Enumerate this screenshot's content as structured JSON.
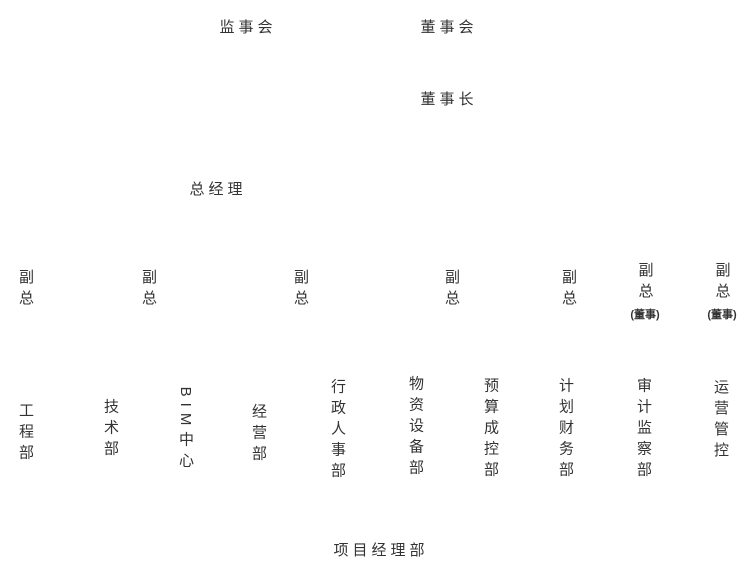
{
  "org": {
    "top": {
      "supervisory_board": "监事会",
      "board": "董事会",
      "chairman": "董事长",
      "general_manager": "总经理"
    },
    "deputies": [
      {
        "label": "副总",
        "note": ""
      },
      {
        "label": "副总",
        "note": ""
      },
      {
        "label": "副总",
        "note": ""
      },
      {
        "label": "副总",
        "note": ""
      },
      {
        "label": "副总",
        "note": ""
      },
      {
        "label": "副总",
        "note": "(董事)"
      },
      {
        "label": "副总",
        "note": "(董事)"
      }
    ],
    "departments": [
      "工程部",
      "技术部",
      "BIM中心",
      "经营部",
      "行政人事部",
      "物资设备部",
      "预算成控部",
      "计划财务部",
      "审计监察部",
      "运营管控"
    ],
    "bottom": {
      "project_dept": "项目经理部"
    }
  }
}
